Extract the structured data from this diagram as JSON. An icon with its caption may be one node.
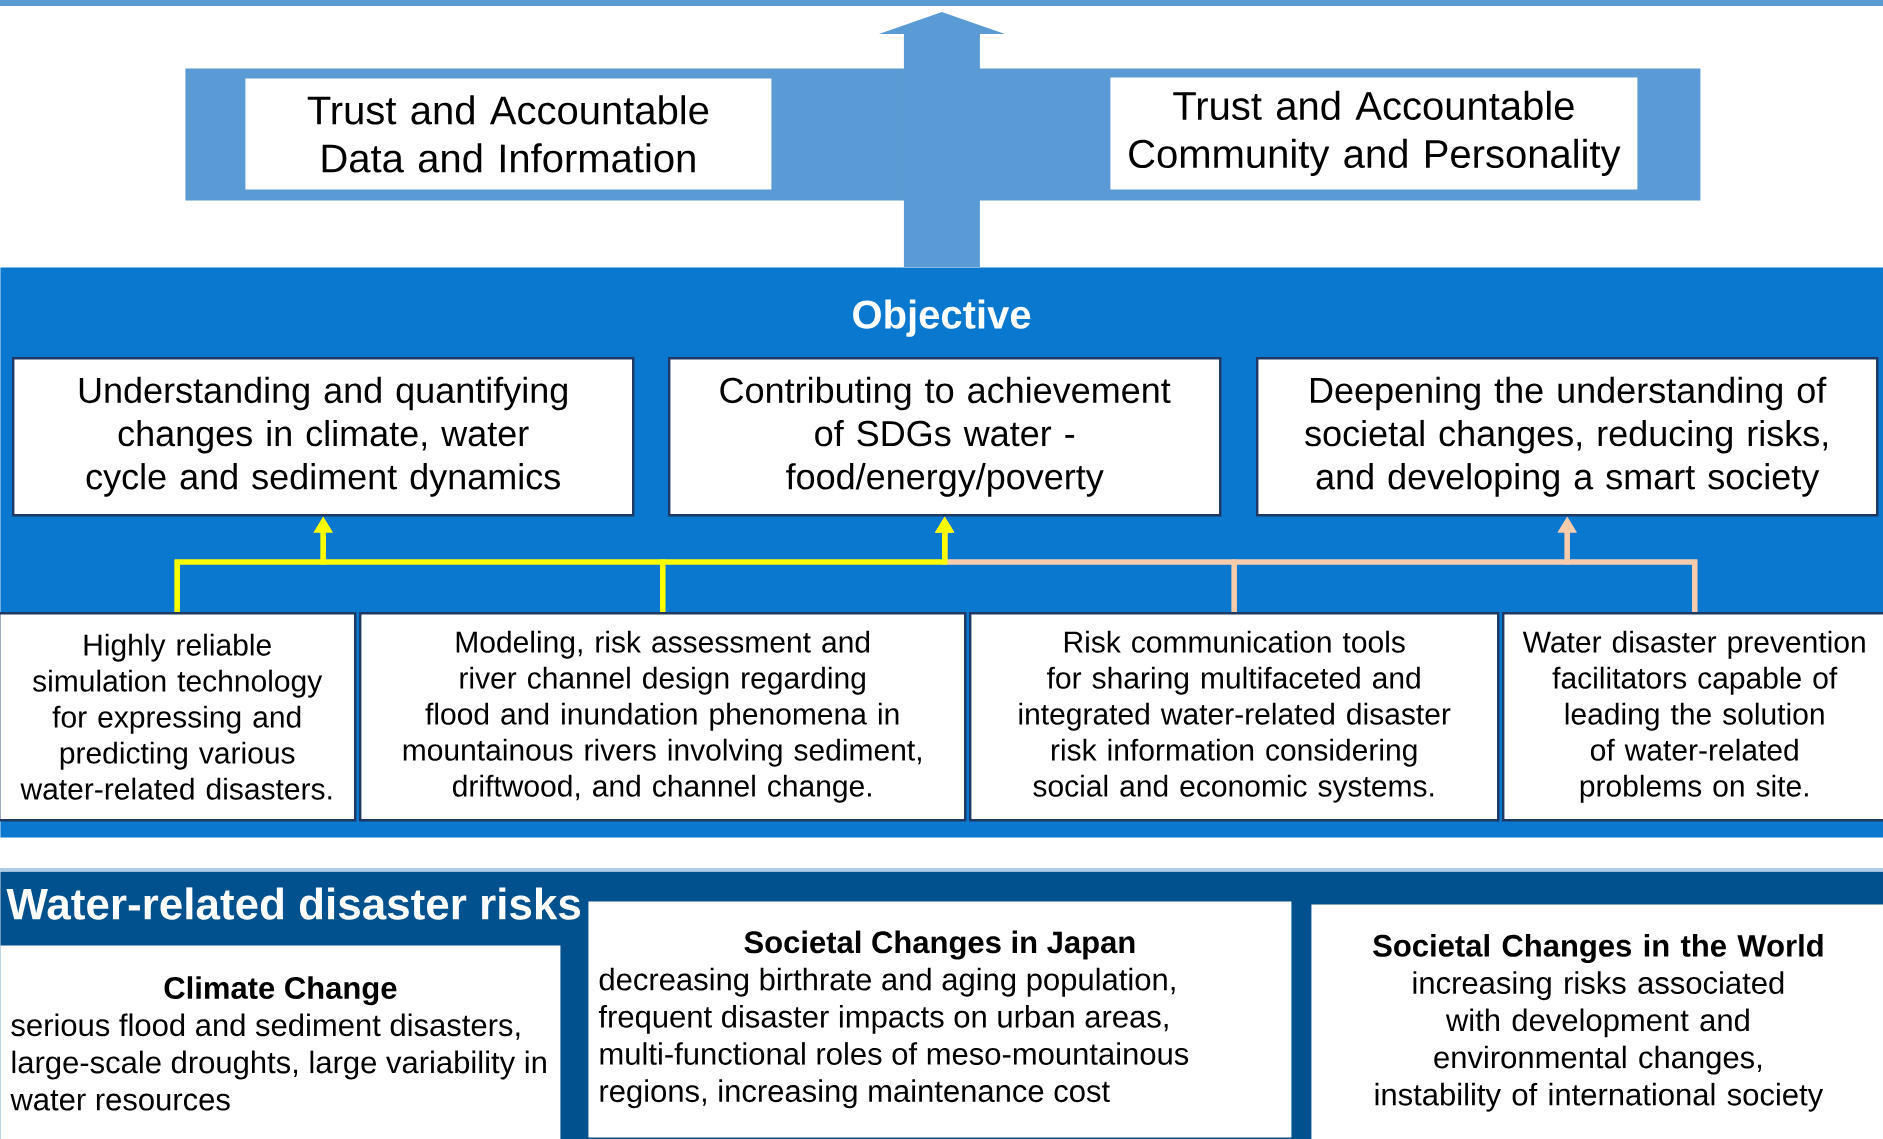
{
  "diagram": {
    "nodes": [
      {
        "text": [],
        "shape": "bar"
      },
      {
        "text": [
          "Trust and Accountable Data and Information"
        ],
        "in": 0
      },
      {
        "text": [
          "Trust and Accountable Community and Personality"
        ],
        "in": 0
      },
      {
        "text": [
          "Objective"
        ]
      },
      {
        "text": [
          "Understanding and quantifying changes in climate, water cycle and sediment dynamics"
        ],
        "in": 3
      },
      {
        "text": [
          "Contributing to achievement of SDGs water - food/energy/poverty"
        ],
        "in": 3
      },
      {
        "text": [
          "Deepening the understanding of societal changes, reducing risks, and developing a smart society"
        ],
        "in": 3
      },
      {
        "text": [
          "Highly reliable simulation technology for expressing and predicting various water-related disasters."
        ],
        "in": 3
      },
      {
        "text": [
          "Modeling, risk assessment and river channel design regarding flood and inundation phenomena in mountainous rivers involving sediment, driftwood, and channel change."
        ],
        "in": 3
      },
      {
        "text": [
          "Risk communication tools for sharing multifaceted and integrated water-related disaster risk information considering social and economic systems."
        ],
        "in": 3
      },
      {
        "text": [
          "Water disaster prevention facilitators capable of leading the solution of water-related problems on site."
        ],
        "in": 3
      },
      {
        "text": [
          "Water-related disaster risks"
        ]
      },
      {
        "text": [
          "Climate Change",
          "serious flood and sediment disasters, large-scale droughts, large variability in water resources"
        ],
        "in": 11
      },
      {
        "text": [
          "Societal Changes in Japan",
          "decreasing birthrate and aging population, frequent disaster impacts on urban areas, multi-functional roles of meso-mountainous regions, increasing maintenance cost"
        ],
        "in": 11
      },
      {
        "text": [
          "Societal Changes in the World",
          "increasing risks associated with development and environmental changes, instability of international society"
        ],
        "in": 11
      }
    ],
    "edges": [
      {
        "from": 3,
        "to": null,
        "arrow": "to",
        "style": "thick",
        "color": "#5b9bd5"
      },
      {
        "from": 9,
        "to": 5,
        "arrow": "to",
        "color": "#f8cbad"
      },
      {
        "from": 10,
        "to": 5,
        "arrow": "to",
        "color": "#f8cbad"
      },
      {
        "from": 9,
        "to": 6,
        "arrow": "to",
        "color": "#f8cbad"
      },
      {
        "from": 10,
        "to": 6,
        "arrow": "to",
        "color": "#f8cbad"
      },
      {
        "from": 7,
        "to": 4,
        "arrow": "to",
        "color": "#ffff00"
      },
      {
        "from": 8,
        "to": 4,
        "arrow": "to",
        "color": "#ffff00"
      },
      {
        "from": 7,
        "to": 5,
        "arrow": "to",
        "color": "#ffff00"
      },
      {
        "from": 8,
        "to": 5,
        "arrow": "to",
        "color": "#ffff00"
      }
    ]
  }
}
